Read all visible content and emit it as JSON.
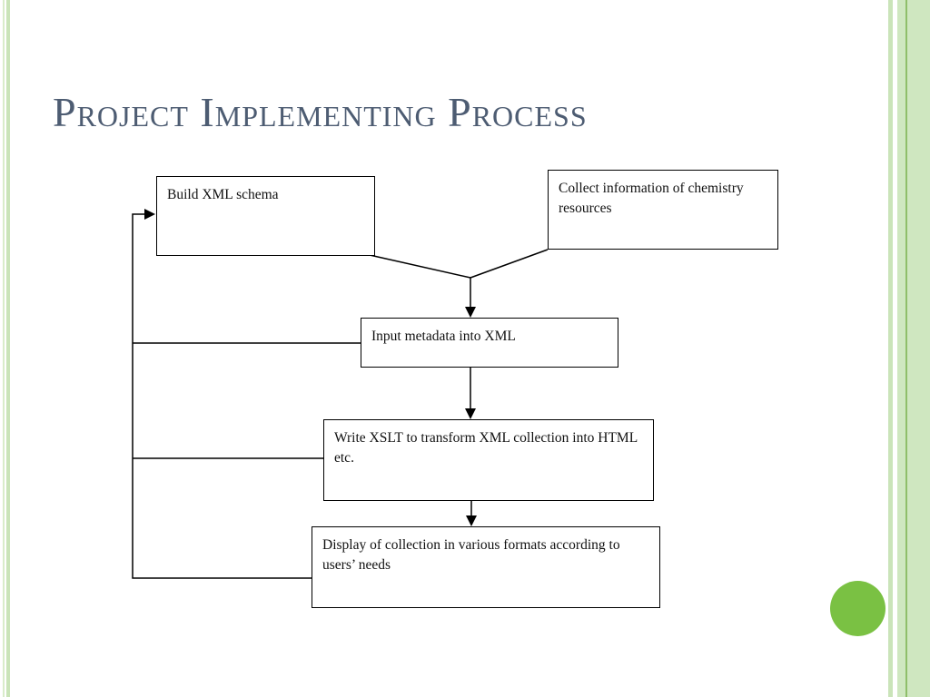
{
  "slide": {
    "title": "Project Implementing Process"
  },
  "theme": {
    "background": "#ffffff",
    "title_color": "#4d5c72",
    "stripe_green_light": "#cfe7c0",
    "stripe_green_accent": "#8fbe6a",
    "circle_green": "#7ac143",
    "connector_color": "#000000"
  },
  "flowchart": {
    "nodes": [
      {
        "id": "build-xml-schema",
        "label": "Build XML schema"
      },
      {
        "id": "collect-chemistry-info",
        "label": "Collect information of chemistry resources"
      },
      {
        "id": "input-metadata",
        "label": "Input metadata into XML"
      },
      {
        "id": "write-xslt",
        "label": "Write XSLT to transform XML collection into HTML etc."
      },
      {
        "id": "display-collection",
        "label": "Display of collection in various formats according to users’ needs"
      }
    ],
    "edges": [
      {
        "from": "build-xml-schema",
        "to": "input-metadata",
        "type": "arrow"
      },
      {
        "from": "collect-chemistry-info",
        "to": "input-metadata",
        "type": "arrow"
      },
      {
        "from": "input-metadata",
        "to": "write-xslt",
        "type": "arrow"
      },
      {
        "from": "write-xslt",
        "to": "display-collection",
        "type": "arrow"
      },
      {
        "from": "display-collection",
        "to": "build-xml-schema",
        "type": "feedback-arrow"
      },
      {
        "from": "input-metadata",
        "to": "feedback-line",
        "type": "connector"
      },
      {
        "from": "write-xslt",
        "to": "feedback-line",
        "type": "connector"
      }
    ]
  }
}
